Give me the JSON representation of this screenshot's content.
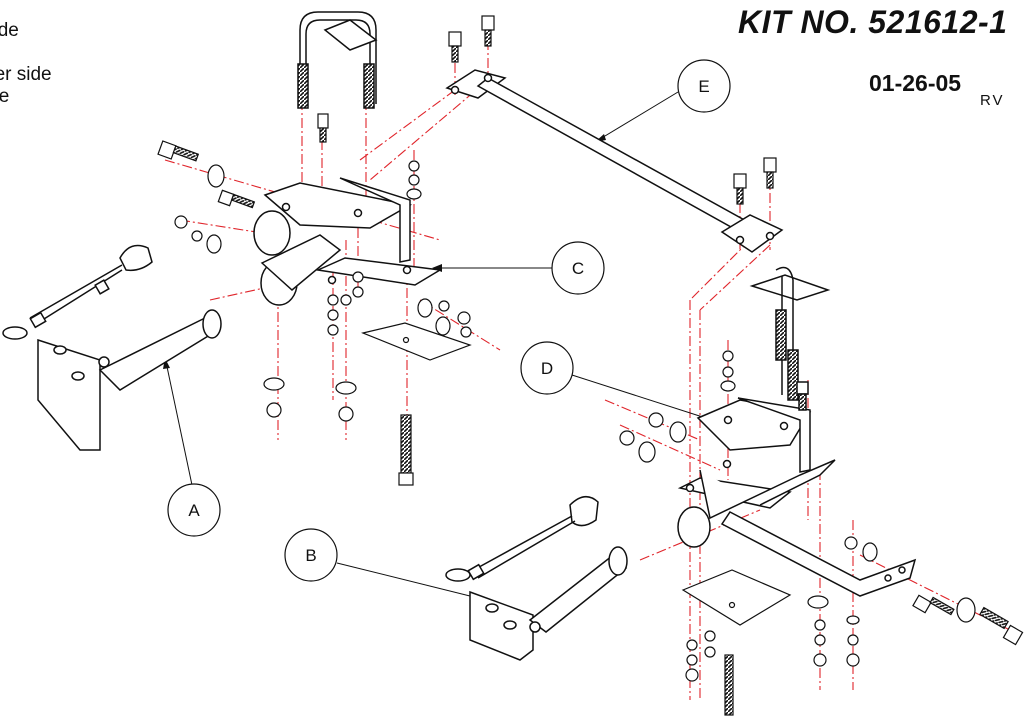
{
  "legend": {
    "line1": "side",
    "line2": "ger side",
    "line3": "ide"
  },
  "header": {
    "kit_number": "KIT NO. 521612-1",
    "date": "01-26-05",
    "revision": "RV"
  },
  "callouts": {
    "a": "A",
    "b": "B",
    "c": "C",
    "d": "D",
    "e": "E"
  },
  "colors": {
    "line": "#111111",
    "centerline": "#e0252b",
    "background": "#ffffff"
  }
}
